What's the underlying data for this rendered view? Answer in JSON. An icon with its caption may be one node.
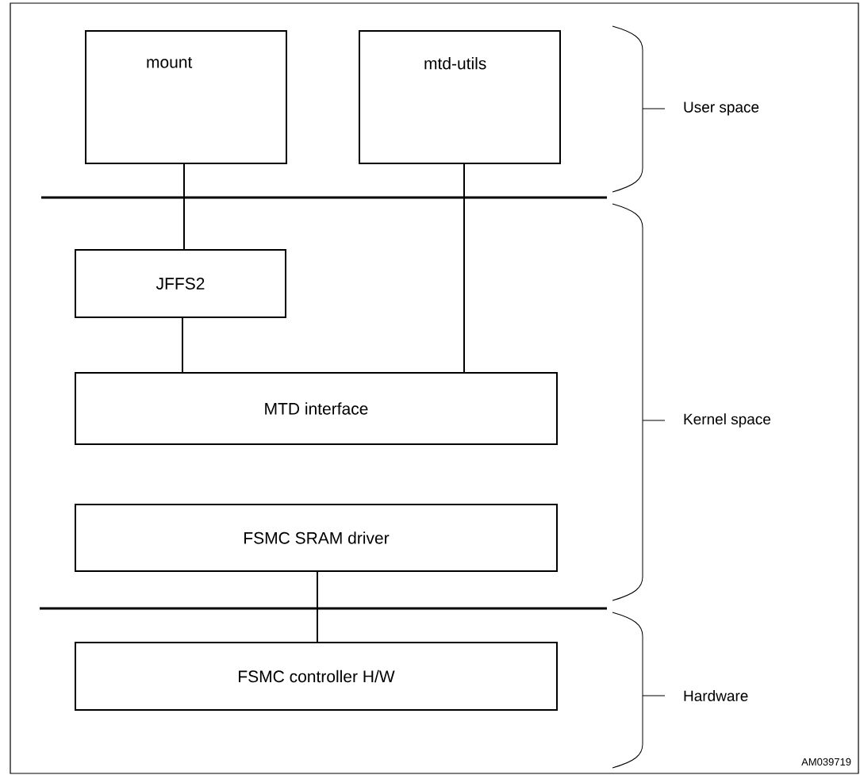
{
  "diagram": {
    "nodes": [
      {
        "text": [
          "mount"
        ]
      },
      {
        "text": [
          "mtd-utils"
        ]
      },
      {
        "text": [
          "JFFS2"
        ]
      },
      {
        "text": [
          "MTD interface"
        ]
      },
      {
        "text": [
          "FSMC SRAM driver"
        ]
      },
      {
        "text": [
          "FSMC controller H/W"
        ]
      }
    ],
    "edges": [
      {
        "from": 0,
        "to": 2,
        "arrow": "none"
      },
      {
        "from": 1,
        "to": 3,
        "arrow": "none"
      },
      {
        "from": 2,
        "to": 3,
        "arrow": "none"
      },
      {
        "from": 4,
        "to": 5,
        "arrow": "none"
      }
    ],
    "labels": [
      "User space",
      "Kernel space",
      "Hardware",
      "AM039719"
    ]
  }
}
